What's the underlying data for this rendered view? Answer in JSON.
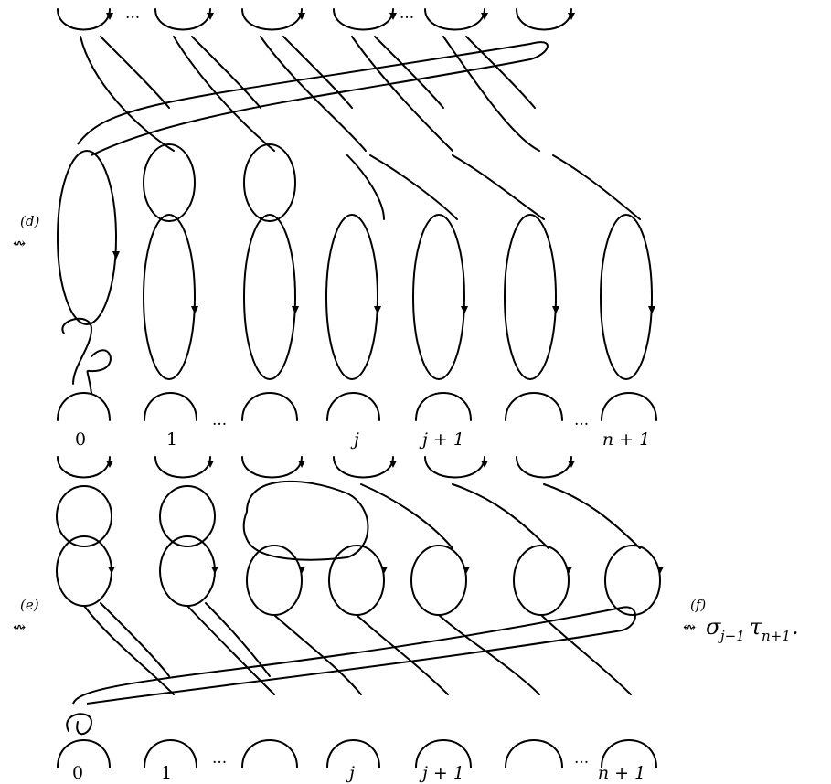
{
  "top_panel": {
    "move_label": "(d)",
    "move_symbol": "↭",
    "top_ellipses": [
      "...",
      "..."
    ],
    "bottom_ellipses": [
      "...",
      "..."
    ],
    "strand_labels": [
      "0",
      "1",
      "j",
      "j + 1",
      "n + 1"
    ]
  },
  "bottom_panel": {
    "move_label": "(e)",
    "move_symbol": "↭",
    "bottom_ellipses": [
      "...",
      "..."
    ],
    "strand_labels": [
      "0",
      "1",
      "j",
      "j + 1",
      "n + 1"
    ]
  },
  "result": {
    "move_label": "(f)",
    "move_symbol": "↭",
    "expression": "σ",
    "sigma_sub": "j−1",
    "tau": "τ",
    "tau_sub": "n+1",
    "trailing": "."
  }
}
